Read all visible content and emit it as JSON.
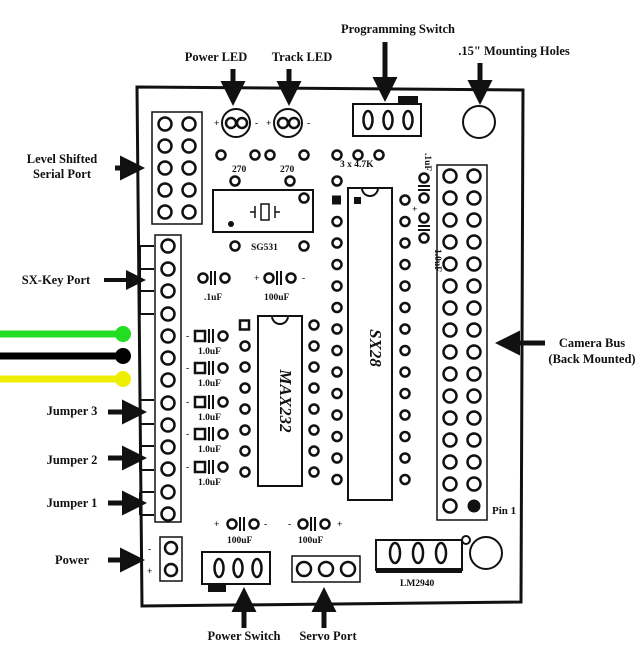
{
  "labels": {
    "programming_switch": "Programming Switch",
    "power_led": "Power LED",
    "track_led": "Track LED",
    "mounting_holes": ".15\" Mounting Holes",
    "level_shifted_1": "Level Shifted",
    "level_shifted_2": "Serial Port",
    "sx_key_port": "SX-Key Port",
    "camera_bus_1": "Camera Bus",
    "camera_bus_2": "(Back Mounted)",
    "jumper3": "Jumper 3",
    "jumper2": "Jumper 2",
    "jumper1": "Jumper 1",
    "power": "Power",
    "power_switch": "Power Switch",
    "servo_port": "Servo Port",
    "pin1": "Pin 1"
  },
  "board": {
    "r270_a": "270",
    "r270_b": "270",
    "res_4k7": "3 x 4.7K",
    "sg531": "SG531",
    "cap_1uf_top": ".1uF",
    "cap_1uf_left": ".1uF",
    "cap_100uf_a": "100uF",
    "cap_100uf_b": "100uF",
    "cap_100uf_c": "100uF",
    "cap_1_0uf_right": "1.0uF",
    "cap_1_0uf_list": [
      "1.0uF",
      "1.0uF",
      "1.0uF",
      "1.0uF",
      "1.0uF"
    ],
    "max232": "MAX232",
    "sx28": "SX28",
    "lm2940": "LM2940"
  },
  "signal_wires": [
    "#22dd22",
    "#000000",
    "#eeee00"
  ]
}
